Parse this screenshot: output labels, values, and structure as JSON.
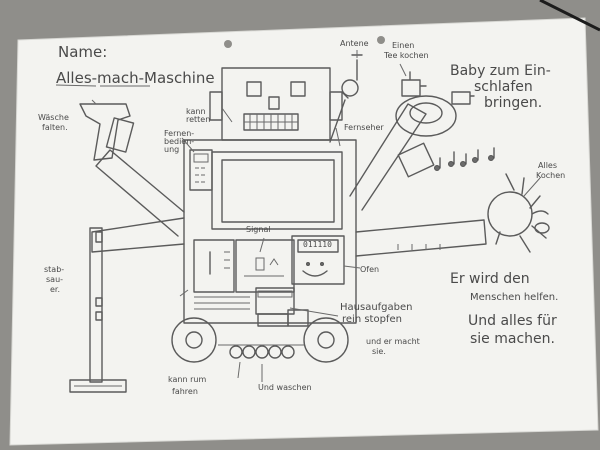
{
  "name_label": "Name:",
  "title": "Alles-mach-Maschine",
  "labels": {
    "antenne": "Antene",
    "tee": [
      "Einen",
      "Tee kochen"
    ],
    "baby": [
      "Baby zum Ein-",
      "schlafen",
      "bringen."
    ],
    "fernseher": "Fernseher",
    "kann_retten": [
      "kann",
      "retten"
    ],
    "fernbedienung": [
      "Fernen-",
      "bedien-",
      "ung"
    ],
    "waesche": [
      "Wäsche",
      "falten."
    ],
    "alles_kochen": [
      "Alles",
      "Kochen"
    ],
    "staubsauger": [
      "stab-",
      "sau-",
      "er."
    ],
    "ofen": "Ofen",
    "hausaufgaben": [
      "Hausaufgaben",
      "rein stopfen",
      "und er macht",
      "sie."
    ],
    "menschen_helfen": [
      "Er wird den",
      "Menschen helfen."
    ],
    "alles_fuer": [
      "Und alles für",
      "sie machen."
    ],
    "fahren": [
      "kann rum",
      "fahren"
    ],
    "waschen": "Und waschen",
    "signal": "Signal",
    "display": "011110"
  },
  "colors": {
    "paper": "#f4f4f1",
    "pencil": "#5b5b5b",
    "background": "#8f8e8a"
  }
}
